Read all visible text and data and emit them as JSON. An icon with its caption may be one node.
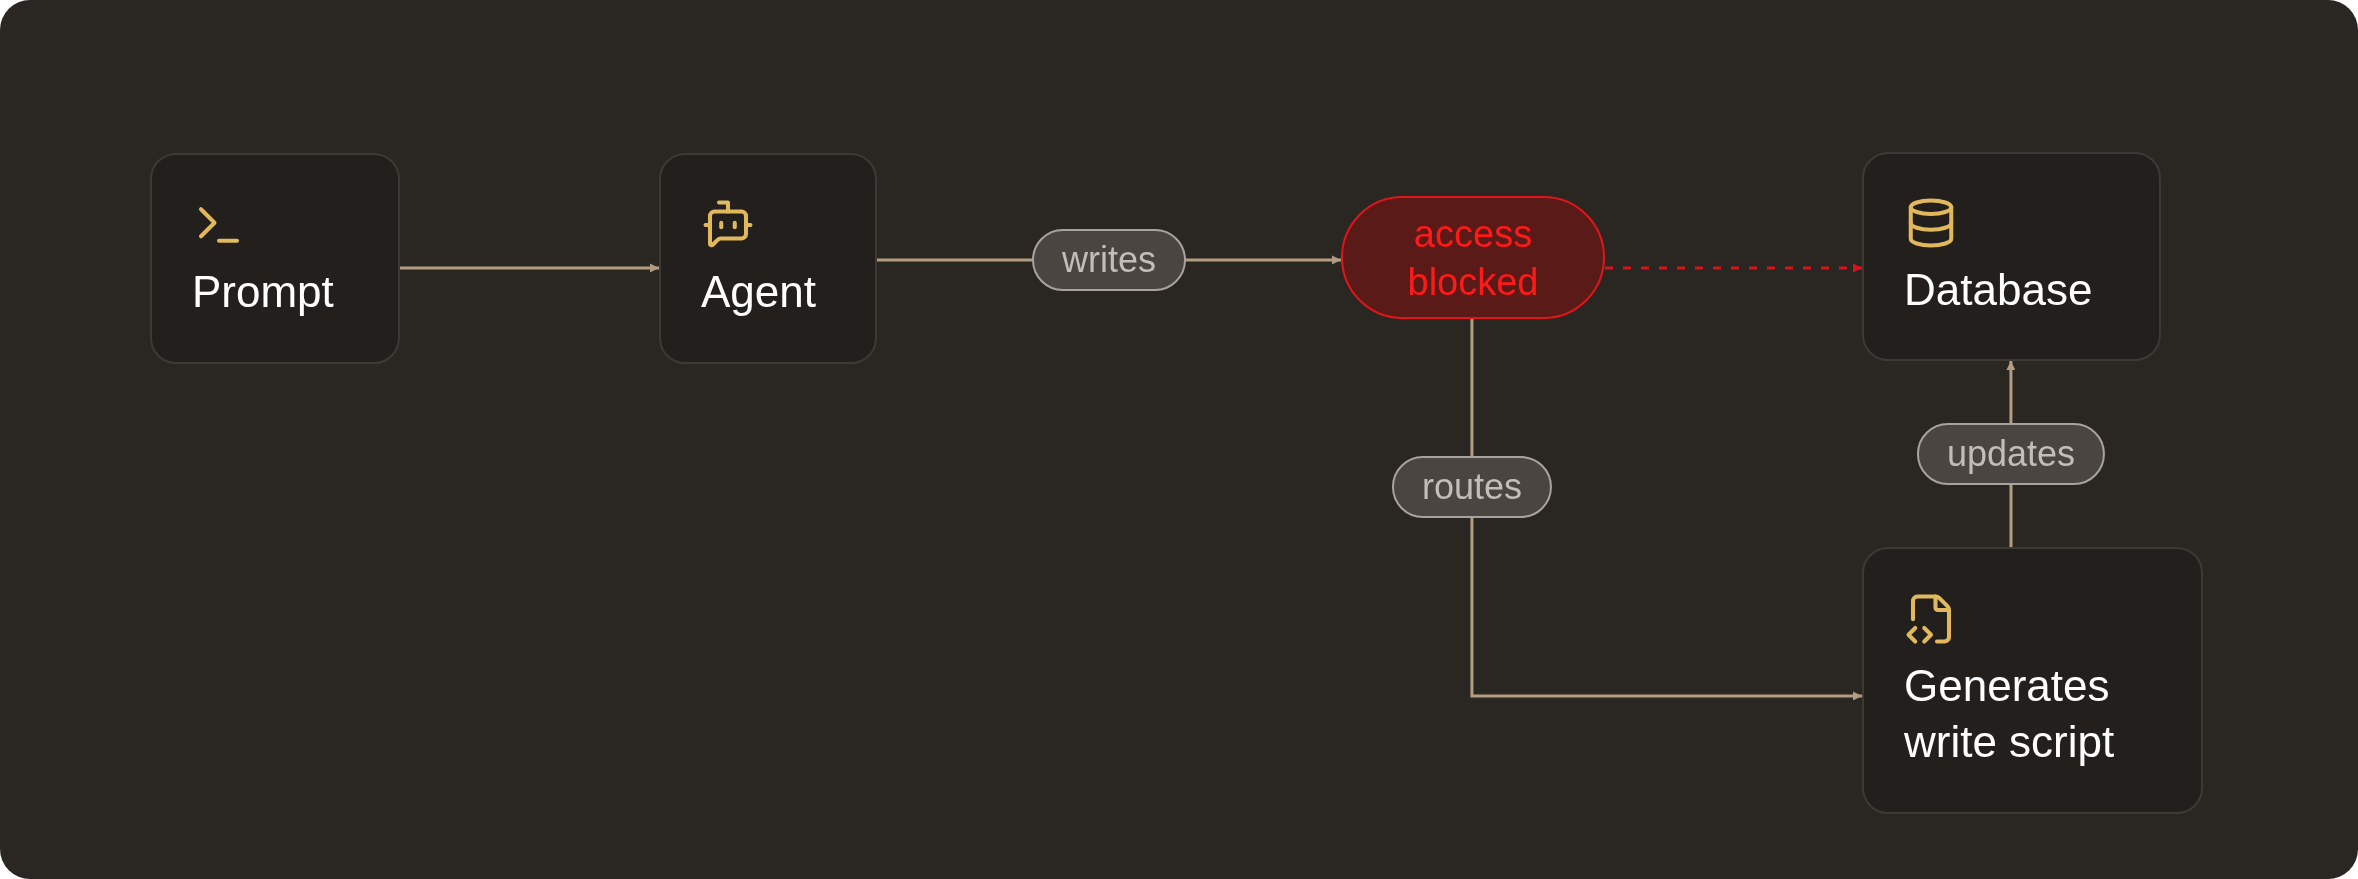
{
  "diagram": {
    "nodes": [
      {
        "text": [
          "Prompt"
        ]
      },
      {
        "text": [
          "Agent"
        ]
      },
      {
        "text": [
          "access blocked"
        ]
      },
      {
        "text": [
          "Database"
        ]
      },
      {
        "text": [
          "Generates write script"
        ]
      }
    ],
    "edges": [
      {
        "from": 0,
        "to": 1,
        "arrow": "to"
      },
      {
        "from": 1,
        "to": 2,
        "arrow": "to",
        "label": "writes"
      },
      {
        "from": 2,
        "to": 3,
        "arrow": "to",
        "style": "dashed",
        "color": "#d8141a"
      },
      {
        "from": 2,
        "to": 4,
        "arrow": "to",
        "label": "routes"
      },
      {
        "from": 4,
        "to": 3,
        "arrow": "to",
        "label": "updates"
      }
    ]
  }
}
